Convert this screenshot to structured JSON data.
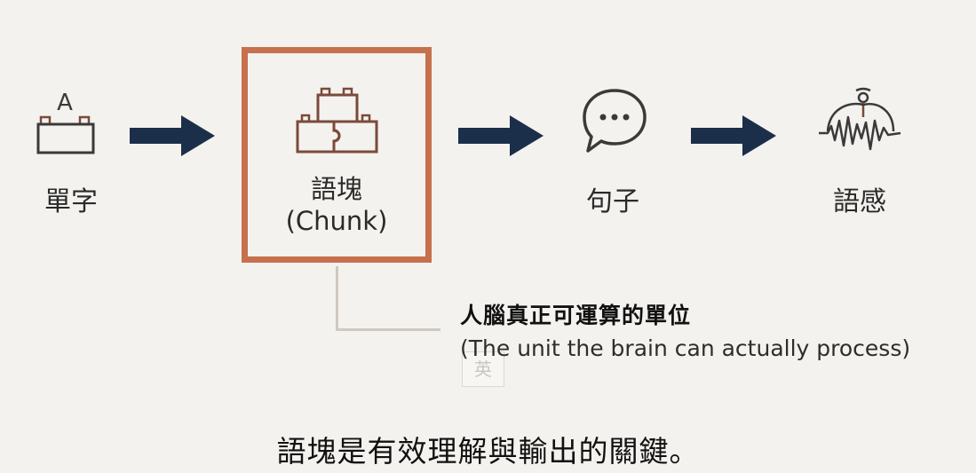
{
  "nodes": {
    "word": {
      "label": "單字",
      "icon": "letter-block-icon"
    },
    "chunk": {
      "label": "語塊",
      "sublabel": "(Chunk)",
      "icon": "puzzle-blocks-icon"
    },
    "sentence": {
      "label": "句子",
      "icon": "speech-bubble-icon"
    },
    "sense": {
      "label": "語感",
      "icon": "brain-wave-icon"
    }
  },
  "annotation": {
    "title": "人腦真正可運算的單位",
    "subtitle": "(The unit the brain can actually process)",
    "badge": "英"
  },
  "caption": "語塊是有效理解與輸出的關鍵。",
  "colors": {
    "background": "#f4f2ee",
    "arrow": "#1c2f4a",
    "highlight": "#c6704d",
    "icon_brown": "#7a4a3a",
    "icon_dark": "#3a3a3a"
  }
}
